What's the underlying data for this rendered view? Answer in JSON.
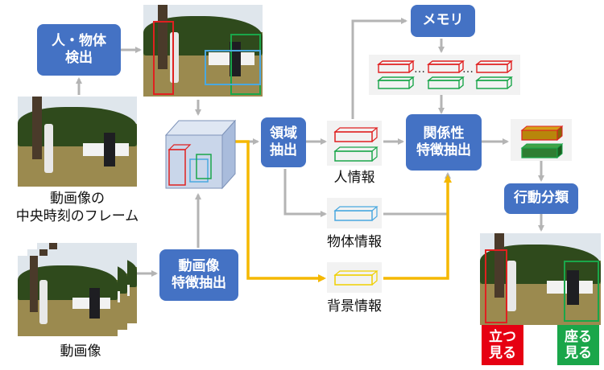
{
  "nodes": {
    "detection": "人・物体\n検出",
    "region_extract": "領域\n抽出",
    "memory": "メモリ",
    "relation_extract": "関係性\n特徴抽出",
    "video_feature": "動画像\n特徴抽出",
    "action_classify": "行動分類"
  },
  "labels": {
    "center_frame": "動画像の\n中央時刻のフレーム",
    "video": "動画像",
    "person_info": "人情報",
    "object_info": "物体情報",
    "background_info": "背景情報",
    "memory_dots_1": "…",
    "memory_dots_2": "…"
  },
  "result_tags": {
    "left": "立つ\n見る",
    "right": "座る\n見る"
  },
  "colors": {
    "node_blue": "#4472c4",
    "arrow_gray": "#b4b4b4",
    "arrow_yellow": "#f5b800",
    "person_red": "#e02020",
    "person_green": "#1aa64a",
    "object_blue": "#4aa8e0",
    "background_yellow": "#f0d000",
    "tag_red": "#e60012",
    "tag_green": "#1aa64a"
  }
}
